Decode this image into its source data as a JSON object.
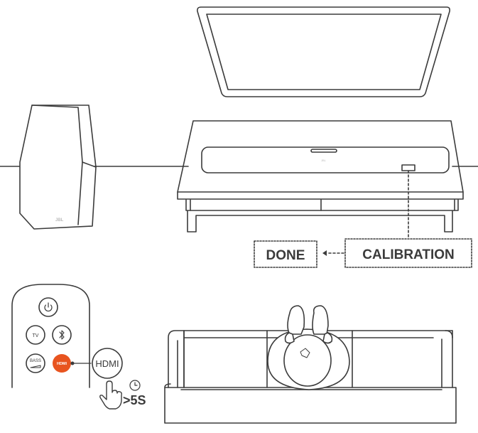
{
  "soundbar": {
    "logo": "JBL"
  },
  "subwoofer": {
    "logo": "JBL"
  },
  "status_boxes": {
    "done_label": "DONE",
    "calibration_label": "CALIBRATION"
  },
  "remote": {
    "tv_label": "TV",
    "bass_label": "BASS",
    "hdmi_label": "HDMI",
    "hdmi_callout_label": "HDMI",
    "hold_time": ">5S",
    "accent_color": "#E8541F"
  },
  "icons": {
    "power": "power-icon",
    "bluetooth": "bluetooth-icon",
    "hand": "hand-press-icon",
    "timer": "clock-icon"
  }
}
